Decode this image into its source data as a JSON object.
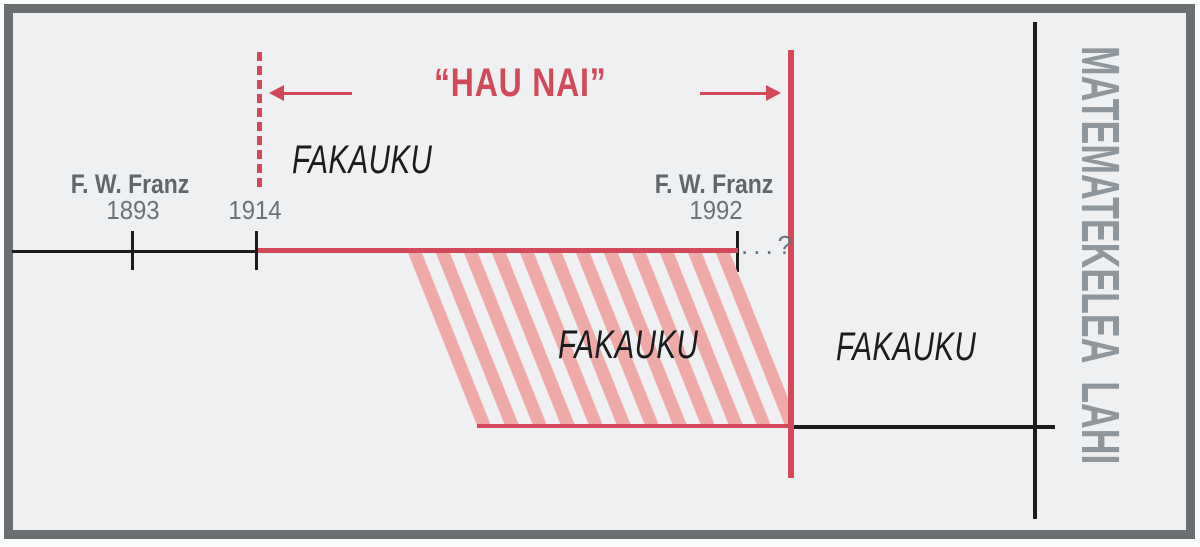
{
  "diagram": {
    "quote_title": "“HAU NAI”",
    "era_label_top": "FAKAUKU",
    "era_label_hatched": "FAKAUKU",
    "era_label_right": "FAKAUKU",
    "person_left": {
      "name": "F. W. Franz",
      "year": "1893"
    },
    "year_start": "1914",
    "person_right": {
      "name": "F. W. Franz",
      "year": "1992"
    },
    "continuation": "...?",
    "side_label": "MATEMATEKELEA LAHI"
  },
  "colors": {
    "red": "#d2495a",
    "pink_hatch": "#efaaa7",
    "background": "#eef0f1",
    "frame": "#6a6e70",
    "black": "#1b1c1e",
    "gray_name": "#60666b",
    "gray_year": "#6b7176",
    "gray_side": "#8f979c"
  }
}
